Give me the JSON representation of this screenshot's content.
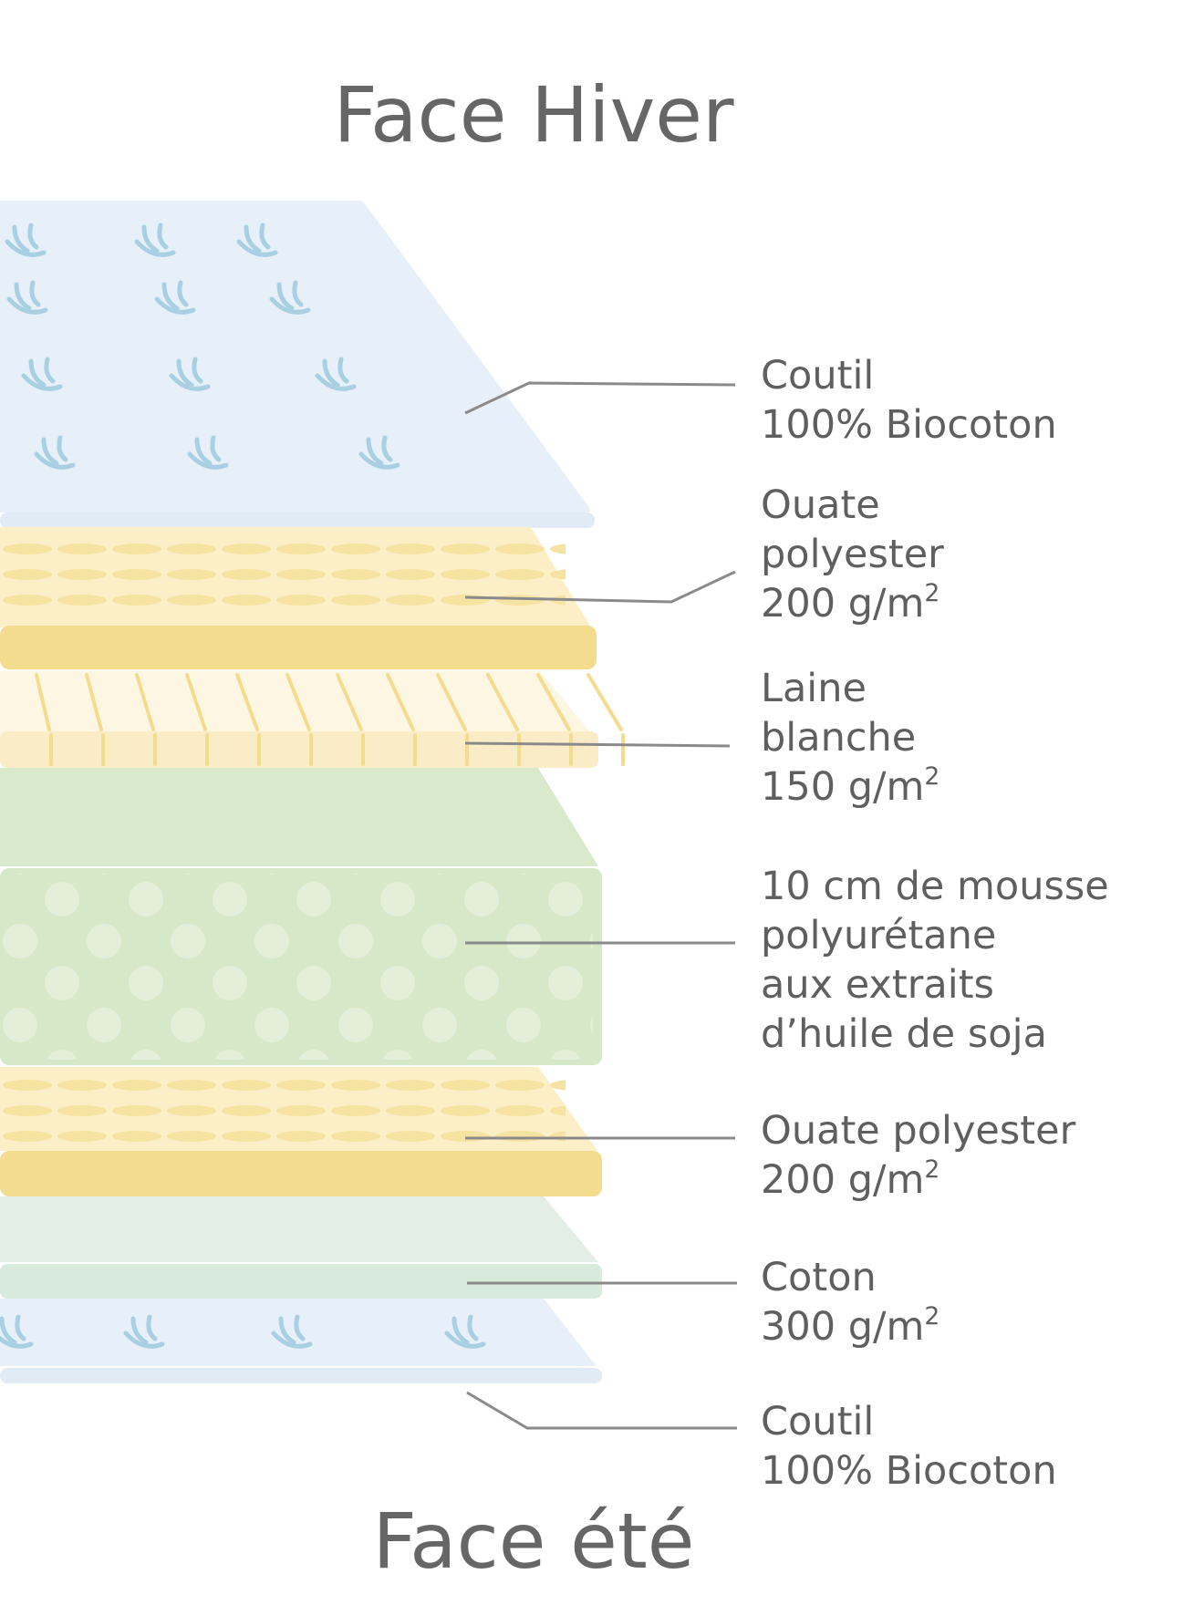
{
  "title_top": "Face Hiver",
  "title_bottom": "Face été",
  "colors": {
    "label_text": "#5f5f5f",
    "leader_line": "#8a8a8a",
    "coutil": "#e7f0f8",
    "coutil_pattern": "#a9cfe3",
    "ouate": "#fcefc8",
    "ouate_band": "#f4dc8f",
    "laine": "#fdf6e3",
    "mousse": "#d6e8c7",
    "mousse_dots": "#e3efd9",
    "coton": "#e3efe6"
  },
  "layers": [
    {
      "id": "coutil-top",
      "lines": [
        "Coutil",
        "100% Biocoton"
      ]
    },
    {
      "id": "ouate-top",
      "lines": [
        "Ouate",
        "polyester",
        "200 g/m"
      ],
      "unit_sup": "2"
    },
    {
      "id": "laine",
      "lines": [
        "Laine",
        "blanche",
        "150 g/m"
      ],
      "unit_sup": "2"
    },
    {
      "id": "mousse",
      "lines": [
        "10 cm de mousse",
        "polyurétane",
        "aux extraits",
        "d’huile de soja"
      ]
    },
    {
      "id": "ouate-bottom",
      "lines": [
        "Ouate polyester",
        "200 g/m"
      ],
      "unit_sup": "2"
    },
    {
      "id": "coton",
      "lines": [
        "Coton",
        "300 g/m"
      ],
      "unit_sup": "2"
    },
    {
      "id": "coutil-bottom",
      "lines": [
        "Coutil",
        "100% Biocoton"
      ]
    }
  ]
}
